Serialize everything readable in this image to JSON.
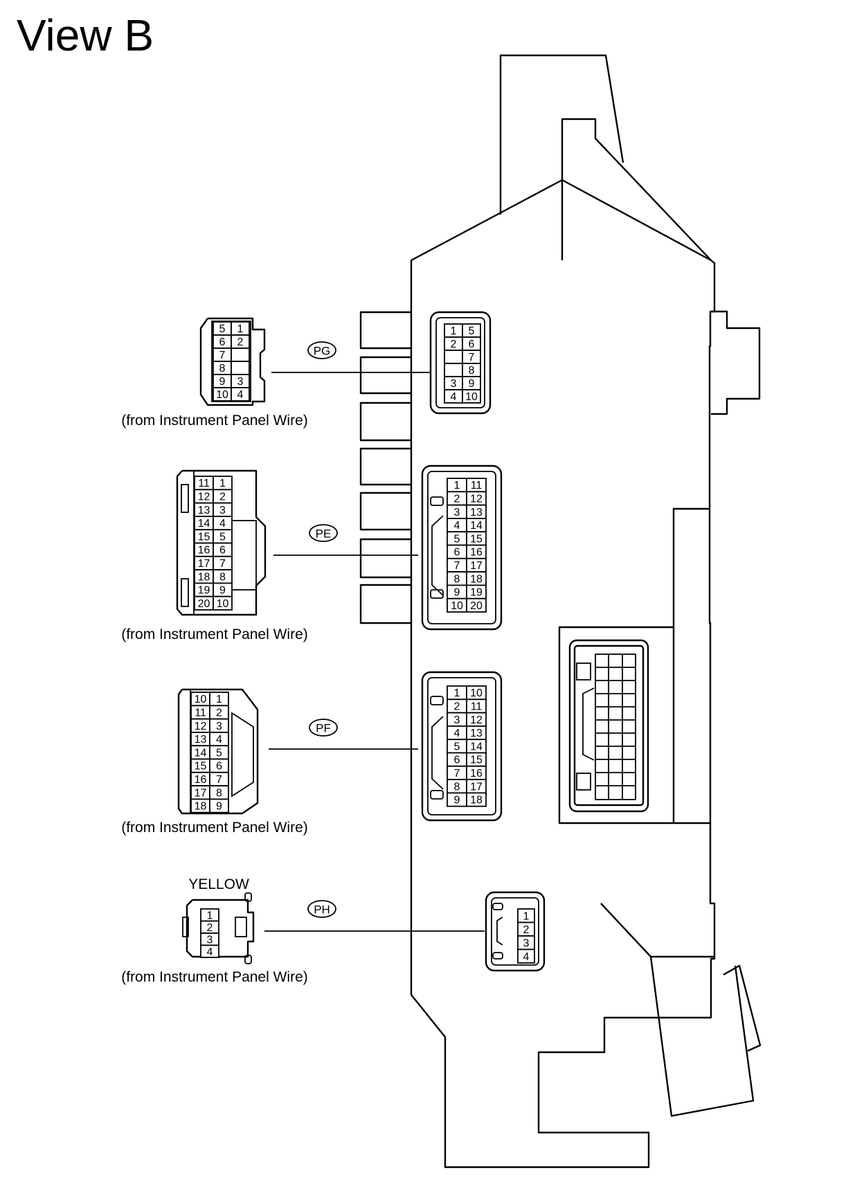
{
  "title": "View B",
  "connectors": [
    {
      "id": "PG",
      "caption": "(from Instrument Panel Wire)",
      "color_label": "",
      "harness_pins": [
        [
          "5",
          "1"
        ],
        [
          "6",
          "2"
        ],
        [
          "7",
          ""
        ],
        [
          "8",
          ""
        ],
        [
          "9",
          "3"
        ],
        [
          "10",
          "4"
        ]
      ],
      "block_pins": [
        [
          "1",
          "5"
        ],
        [
          "2",
          "6"
        ],
        [
          "",
          "7"
        ],
        [
          "",
          "8"
        ],
        [
          "3",
          "9"
        ],
        [
          "4",
          "10"
        ]
      ]
    },
    {
      "id": "PE",
      "caption": "(from Instrument Panel Wire)",
      "color_label": "",
      "harness_pins": [
        [
          "11",
          "1"
        ],
        [
          "12",
          "2"
        ],
        [
          "13",
          "3"
        ],
        [
          "14",
          "4"
        ],
        [
          "15",
          "5"
        ],
        [
          "16",
          "6"
        ],
        [
          "17",
          "7"
        ],
        [
          "18",
          "8"
        ],
        [
          "19",
          "9"
        ],
        [
          "20",
          "10"
        ]
      ],
      "block_pins": [
        [
          "1",
          "11"
        ],
        [
          "2",
          "12"
        ],
        [
          "3",
          "13"
        ],
        [
          "4",
          "14"
        ],
        [
          "5",
          "15"
        ],
        [
          "6",
          "16"
        ],
        [
          "7",
          "17"
        ],
        [
          "8",
          "18"
        ],
        [
          "9",
          "19"
        ],
        [
          "10",
          "20"
        ]
      ]
    },
    {
      "id": "PF",
      "caption": "(from Instrument Panel Wire)",
      "color_label": "",
      "harness_pins": [
        [
          "10",
          "1"
        ],
        [
          "11",
          "2"
        ],
        [
          "12",
          "3"
        ],
        [
          "13",
          "4"
        ],
        [
          "14",
          "5"
        ],
        [
          "15",
          "6"
        ],
        [
          "16",
          "7"
        ],
        [
          "17",
          "8"
        ],
        [
          "18",
          "9"
        ]
      ],
      "block_pins": [
        [
          "1",
          "10"
        ],
        [
          "2",
          "11"
        ],
        [
          "3",
          "12"
        ],
        [
          "4",
          "13"
        ],
        [
          "5",
          "14"
        ],
        [
          "6",
          "15"
        ],
        [
          "7",
          "16"
        ],
        [
          "8",
          "17"
        ],
        [
          "9",
          "18"
        ]
      ]
    },
    {
      "id": "PH",
      "caption": "(from Instrument Panel Wire)",
      "color_label": "YELLOW",
      "harness_pins": [
        [
          "1"
        ],
        [
          "2"
        ],
        [
          "3"
        ],
        [
          "4"
        ]
      ],
      "block_pins": [
        [
          "1"
        ],
        [
          "2"
        ],
        [
          "3"
        ],
        [
          "4"
        ]
      ]
    }
  ]
}
